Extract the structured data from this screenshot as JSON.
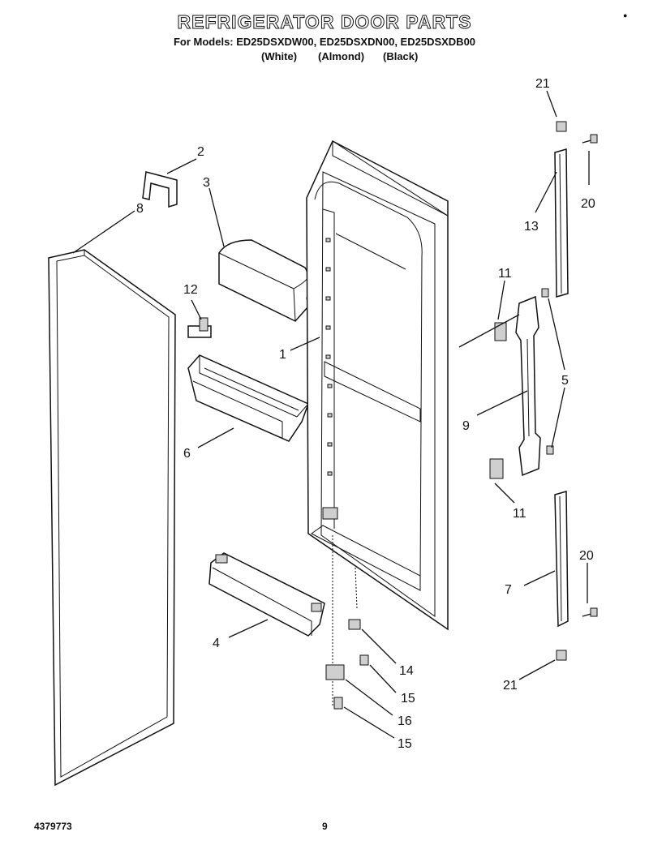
{
  "header": {
    "title": "REFRIGERATOR DOOR PARTS",
    "models_line": "For Models: ED25DSXDW00, ED25DSXDN00, ED25DSXDB00",
    "colors": [
      "(White)",
      "(Almond)",
      "(Black)"
    ]
  },
  "callouts": {
    "c1": "1",
    "c2": "2",
    "c3": "3",
    "c4": "4",
    "c5": "5",
    "c6": "6",
    "c7": "7",
    "c8": "8",
    "c9": "9",
    "c11a": "11",
    "c11b": "11",
    "c12": "12",
    "c13": "13",
    "c14": "14",
    "c15a": "15",
    "c15b": "15",
    "c16": "16",
    "c20a": "20",
    "c20b": "20",
    "c21a": "21",
    "c21b": "21"
  },
  "footer": {
    "doc_number": "4379773",
    "page_number": "9"
  }
}
